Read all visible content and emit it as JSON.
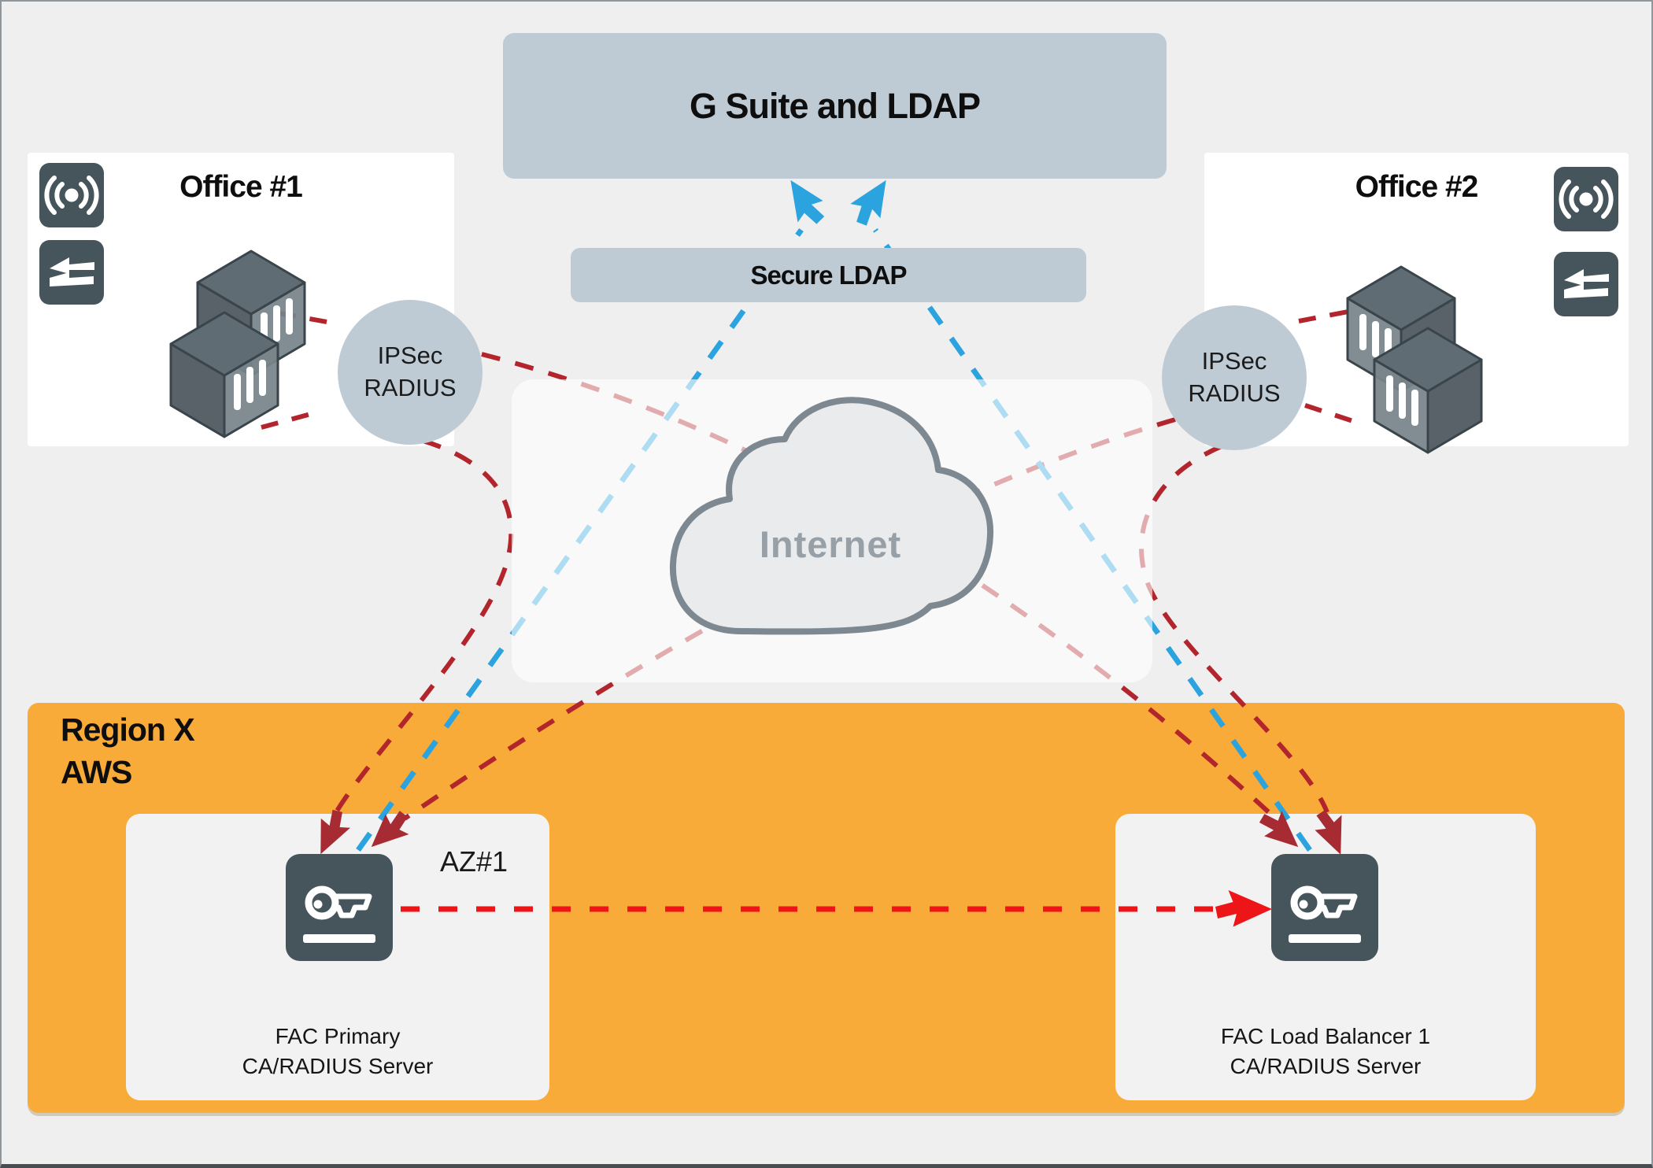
{
  "diagram": {
    "top_box": {
      "label": "G Suite and LDAP"
    },
    "secure_ldap": {
      "label": "Secure LDAP"
    },
    "office1": {
      "title": "Office #1"
    },
    "office2": {
      "title": "Office #2"
    },
    "ipsec_left": {
      "line1": "IPSec",
      "line2": "RADIUS"
    },
    "ipsec_right": {
      "line1": "IPSec",
      "line2": "RADIUS"
    },
    "internet": {
      "label": "Internet"
    },
    "aws": {
      "region_line1": "Region X",
      "region_line2": "AWS",
      "az_label": "AZ#1",
      "server1": {
        "line1": "FAC Primary",
        "line2": "CA/RADIUS Server"
      },
      "server2": {
        "line1": "FAC Load Balancer 1",
        "line2": "CA/RADIUS Server"
      }
    },
    "icons": {
      "office_icons": [
        "wireless-icon",
        "transfer-icon"
      ],
      "server_icon": "key-icon",
      "center_icon": "cloud-icon",
      "cube_icon": "server-cube-icon"
    },
    "colors": {
      "background": "#efefef",
      "box_blue_gray": "#becbd4",
      "slate_icon": "#46555b",
      "orange_region": "#f8ab38",
      "az_box": "#f2f2f2",
      "cloud_fill": "#e9ebec",
      "cloud_stroke": "#7e8890",
      "blue_line": "#2ba3df",
      "dark_red_line": "#b2252c",
      "bright_red_line": "#ee1518",
      "internet_text": "#98a0a7"
    }
  }
}
